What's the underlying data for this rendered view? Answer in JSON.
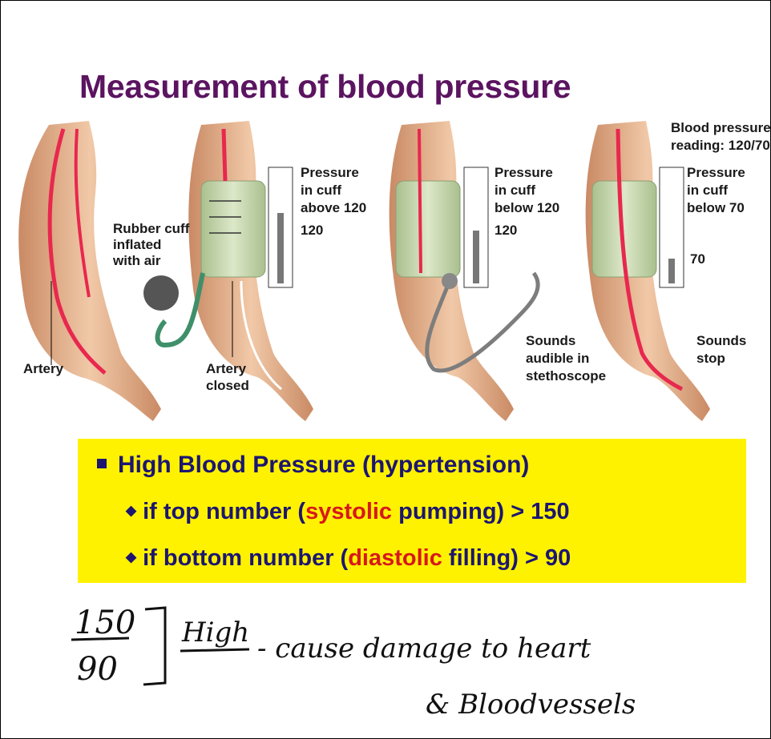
{
  "slide": {
    "title": "Measurement of blood pressure"
  },
  "figure": {
    "labels": {
      "artery": "Artery",
      "rubber_cuff": [
        "Rubber cuff",
        "inflated",
        "with air"
      ],
      "artery_closed": [
        "Artery",
        "closed"
      ],
      "panel2_pressure": [
        "Pressure",
        "in cuff",
        "above 120"
      ],
      "panel2_reading": "120",
      "panel3_pressure": [
        "Pressure",
        "in cuff",
        "below 120"
      ],
      "panel3_reading": "120",
      "panel3_sounds": [
        "Sounds",
        "audible in",
        "stethoscope"
      ],
      "bp_reading": [
        "Blood pressure",
        "reading: 120/70"
      ],
      "panel4_pressure": [
        "Pressure",
        "in cuff",
        "below 70"
      ],
      "panel4_reading": "70",
      "panel4_sounds": [
        "Sounds",
        "stop"
      ]
    }
  },
  "box": {
    "heading": "High Blood Pressure (hypertension)",
    "items": [
      {
        "pre": "if top number (",
        "highlight": "systolic",
        "post": " pumping) > 150"
      },
      {
        "pre": "if bottom number (",
        "highlight": "diastolic",
        "post": " filling) > 90"
      }
    ]
  },
  "notes": {
    "numerator": "150",
    "denominator": "90",
    "high": "High",
    "line1": "- cause damage to heart",
    "line2": "& Bloodvessels"
  },
  "colors": {
    "title": "#5b1460",
    "box_background": "#fff200",
    "box_text": "#1c1670",
    "highlight": "#d7191c",
    "artery": "#e8284e",
    "cuff": "#c9d9b1"
  }
}
